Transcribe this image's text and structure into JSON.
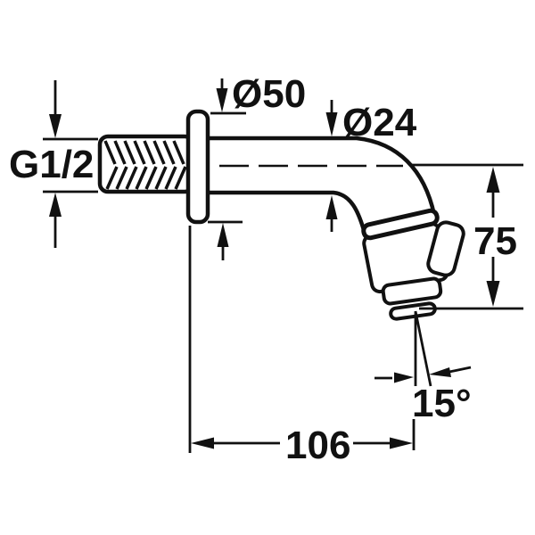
{
  "colors": {
    "ink": "#111111",
    "paper": "#ffffff"
  },
  "drawing": {
    "labels": {
      "thread": "G1/2",
      "flange_diameter": "Ø50",
      "tube_diameter": "Ø24",
      "height": "75",
      "projection": "106",
      "angle": "15°"
    }
  }
}
